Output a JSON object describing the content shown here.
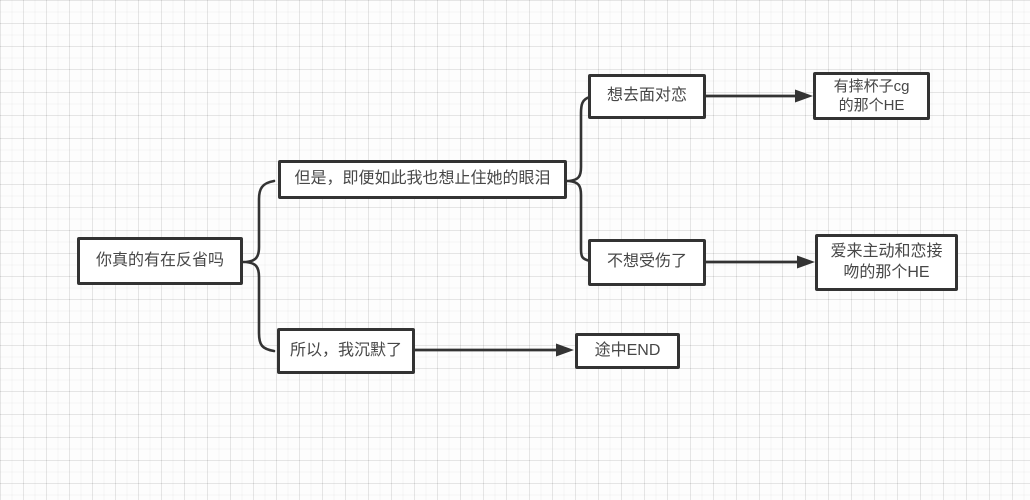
{
  "diagram": {
    "colors": {
      "line": "#333333",
      "text": "#474747",
      "node_background": "#ffffff",
      "canvas_background": "#fdfdfd",
      "grid_line": "#e8e8e8"
    },
    "nodes": {
      "root": {
        "label": "你真的有在反省吗"
      },
      "stop_tears": {
        "label": "但是，即便如此我也想止住她的眼泪"
      },
      "face_love": {
        "label": "想去面对恋"
      },
      "he_cup": {
        "line1": "有摔杯子cg",
        "line2": "的那个HE"
      },
      "no_hurt": {
        "label": "不想受伤了"
      },
      "he_kiss": {
        "line1": "爱来主动和恋接",
        "line2": "吻的那个HE"
      },
      "silence": {
        "label": "所以，我沉默了"
      },
      "mid_end": {
        "label": "途中END"
      }
    },
    "edges": [
      {
        "from": "root",
        "to": "stop_tears",
        "type": "brace"
      },
      {
        "from": "root",
        "to": "silence",
        "type": "brace"
      },
      {
        "from": "stop_tears",
        "to": "face_love",
        "type": "brace"
      },
      {
        "from": "stop_tears",
        "to": "no_hurt",
        "type": "brace"
      },
      {
        "from": "face_love",
        "to": "he_cup",
        "type": "arrow"
      },
      {
        "from": "no_hurt",
        "to": "he_kiss",
        "type": "arrow"
      },
      {
        "from": "silence",
        "to": "mid_end",
        "type": "arrow"
      }
    ]
  }
}
